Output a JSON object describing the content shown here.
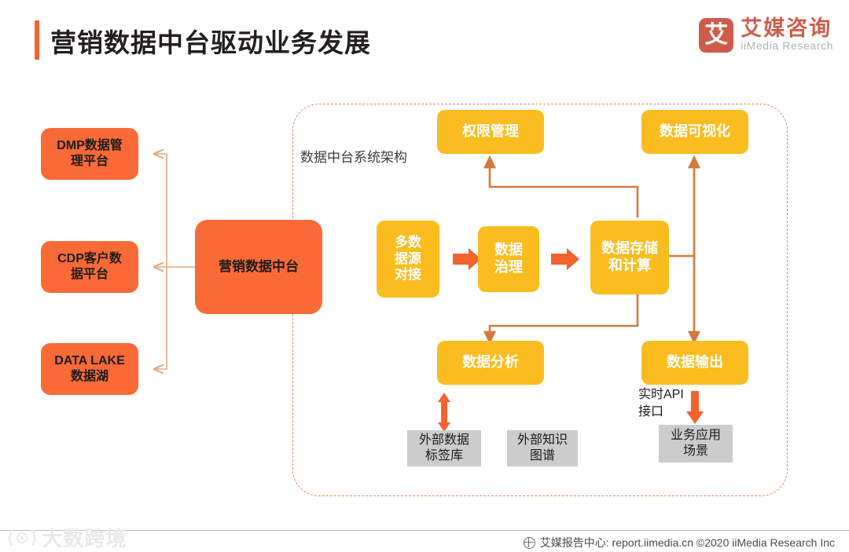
{
  "header": {
    "title": "营销数据中台驱动业务发展",
    "logo": {
      "mark": "艾",
      "cn": "艾媒咨询",
      "en": "iiMedia Research"
    }
  },
  "zone": {
    "label": "数据中台系统架构"
  },
  "left_boxes": [
    {
      "line1": "DMP数据管",
      "line2": "理平台"
    },
    {
      "line1": "CDP客户数",
      "line2": "据平台"
    },
    {
      "line1": "DATA LAKE",
      "line2": "数据湖"
    }
  ],
  "center_box": {
    "label": "营销数据中台"
  },
  "pipeline": [
    {
      "line1": "多数",
      "line2": "据源",
      "line3": "对接"
    },
    {
      "line1": "数据",
      "line2": "治理"
    },
    {
      "line1": "数据存储",
      "line2": "和计算"
    }
  ],
  "top_boxes": [
    {
      "label": "权限管理"
    },
    {
      "label": "数据可视化"
    }
  ],
  "bottom_boxes": [
    {
      "label": "数据分析"
    },
    {
      "label": "数据输出"
    }
  ],
  "gray_boxes": [
    {
      "line1": "外部数据",
      "line2": "标签库"
    },
    {
      "line1": "外部知识",
      "line2": "图谱"
    },
    {
      "line1": "业务应用",
      "line2": "场景"
    }
  ],
  "api_label": {
    "line1": "实时API",
    "line2": "接口"
  },
  "footer": {
    "text": "艾媒报告中心: report.iimedia.cn  ©2020  iiMedia Research Inc",
    "watermark": "大数跨境"
  },
  "colors": {
    "orange": "#f96a36",
    "yellow": "#fbbc1f",
    "gray": "#cccccc",
    "brand": "#cf5c4a",
    "wire": "#d4793c",
    "thin_wire": "#e0a87a",
    "dashed": "#e8845c"
  }
}
